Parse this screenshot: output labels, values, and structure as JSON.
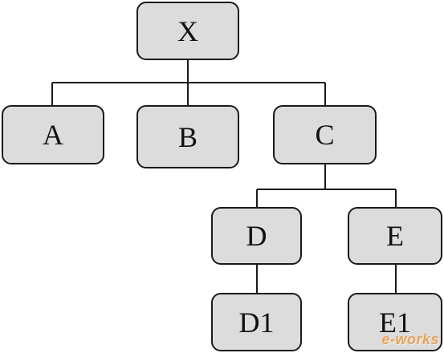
{
  "nodes": {
    "x": {
      "label": "X"
    },
    "a": {
      "label": "A"
    },
    "b": {
      "label": "B"
    },
    "c": {
      "label": "C"
    },
    "d": {
      "label": "D"
    },
    "e": {
      "label": "E"
    },
    "d1": {
      "label": "D1"
    },
    "e1": {
      "label": "E1"
    }
  },
  "edges": [
    {
      "from": "X",
      "to": "A"
    },
    {
      "from": "X",
      "to": "B"
    },
    {
      "from": "X",
      "to": "C"
    },
    {
      "from": "C",
      "to": "D"
    },
    {
      "from": "C",
      "to": "E"
    },
    {
      "from": "D",
      "to": "D1"
    },
    {
      "from": "E",
      "to": "E1"
    }
  ],
  "watermark": {
    "text": "e-works"
  },
  "colors": {
    "node_fill": "#dcdcdc",
    "node_border": "#1a1a1a",
    "connector": "#1a1a1a",
    "watermark": "#e68c28"
  }
}
